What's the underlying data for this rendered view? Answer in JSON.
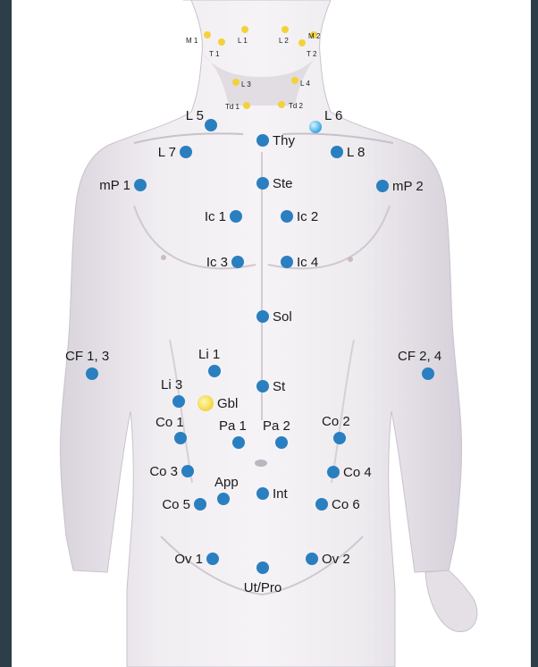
{
  "colors": {
    "frame": "#2c3e48",
    "point": "#2a7fc0",
    "neck_point": "#f2d23a",
    "gallbladder": "#f4dc4a",
    "highlight": "#5bc3f0",
    "skin": "#ede9ee"
  },
  "points": [
    {
      "id": "mt1",
      "label": "M 1",
      "color": "neck"
    },
    {
      "id": "l1",
      "label": "L 1",
      "color": "neck"
    },
    {
      "id": "l2",
      "label": "L 2",
      "color": "neck"
    },
    {
      "id": "m2",
      "label": "M 2",
      "color": "neck"
    },
    {
      "id": "t1",
      "label": "T 1",
      "color": "neck"
    },
    {
      "id": "t2",
      "label": "T 2",
      "color": "neck"
    },
    {
      "id": "l3",
      "label": "L 3",
      "color": "neck"
    },
    {
      "id": "l4",
      "label": "L 4",
      "color": "neck"
    },
    {
      "id": "td1",
      "label": "Td 1",
      "color": "neck"
    },
    {
      "id": "td2",
      "label": "Td 2",
      "color": "neck"
    },
    {
      "id": "l5",
      "label": "L 5",
      "color": "blue"
    },
    {
      "id": "l6",
      "label": "L 6",
      "color": "highlight"
    },
    {
      "id": "thy",
      "label": "Thy",
      "color": "blue"
    },
    {
      "id": "l7",
      "label": "L 7",
      "color": "blue"
    },
    {
      "id": "l8",
      "label": "L 8",
      "color": "blue"
    },
    {
      "id": "mp1",
      "label": "mP 1",
      "color": "blue"
    },
    {
      "id": "ste",
      "label": "Ste",
      "color": "blue"
    },
    {
      "id": "mp2",
      "label": "mP 2",
      "color": "blue"
    },
    {
      "id": "ic1",
      "label": "Ic 1",
      "color": "blue"
    },
    {
      "id": "ic2",
      "label": "Ic 2",
      "color": "blue"
    },
    {
      "id": "ic3",
      "label": "Ic 3",
      "color": "blue"
    },
    {
      "id": "ic4",
      "label": "Ic 4",
      "color": "blue"
    },
    {
      "id": "sol",
      "label": "Sol",
      "color": "blue"
    },
    {
      "id": "cf13",
      "label": "CF 1, 3",
      "color": "blue"
    },
    {
      "id": "cf24",
      "label": "CF 2, 4",
      "color": "blue"
    },
    {
      "id": "li1",
      "label": "Li 1",
      "color": "blue"
    },
    {
      "id": "li3",
      "label": "Li 3",
      "color": "blue"
    },
    {
      "id": "gbl",
      "label": "Gbl",
      "color": "yellow"
    },
    {
      "id": "st",
      "label": "St",
      "color": "blue"
    },
    {
      "id": "co1",
      "label": "Co 1",
      "color": "blue"
    },
    {
      "id": "pa1",
      "label": "Pa 1",
      "color": "blue"
    },
    {
      "id": "pa2",
      "label": "Pa 2",
      "color": "blue"
    },
    {
      "id": "co2",
      "label": "Co 2",
      "color": "blue"
    },
    {
      "id": "co3",
      "label": "Co 3",
      "color": "blue"
    },
    {
      "id": "app",
      "label": "App",
      "color": "blue"
    },
    {
      "id": "int",
      "label": "Int",
      "color": "blue"
    },
    {
      "id": "co4",
      "label": "Co 4",
      "color": "blue"
    },
    {
      "id": "co5",
      "label": "Co 5",
      "color": "blue"
    },
    {
      "id": "co6",
      "label": "Co 6",
      "color": "blue"
    },
    {
      "id": "ov1",
      "label": "Ov 1",
      "color": "blue"
    },
    {
      "id": "ov2",
      "label": "Ov 2",
      "color": "blue"
    },
    {
      "id": "utpro",
      "label": "Ut/Pro",
      "color": "blue"
    }
  ]
}
